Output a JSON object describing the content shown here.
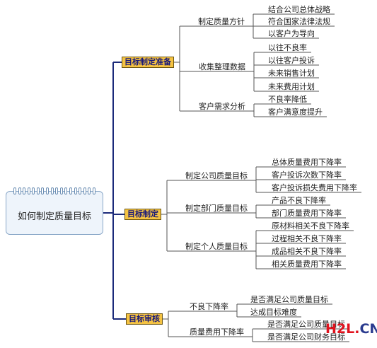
{
  "root": {
    "label": "如何制定质量目标"
  },
  "branches": [
    {
      "label": "目标制定准备",
      "children": [
        {
          "label": "制定质量方针",
          "leaves": [
            "结合公司总体战略",
            "符合国家法律法规",
            "以客户为导向"
          ]
        },
        {
          "label": "收集整理数据",
          "leaves": [
            "以往不良率",
            "以往客户投诉",
            "未来销售计划",
            "未来费用计划"
          ]
        },
        {
          "label": "客户需求分析",
          "leaves": [
            "不良率降低",
            "客户满意度提升"
          ]
        }
      ]
    },
    {
      "label": "目标制定",
      "children": [
        {
          "label": "制定公司质量目标",
          "leaves": [
            "总体质量费用下降率",
            "客户投诉次数下降率",
            "客户投诉损失费用下降率"
          ]
        },
        {
          "label": "制定部门质量目标",
          "leaves": [
            "产品不良下降率",
            "部门质量费用下降率"
          ]
        },
        {
          "label": "制定个人质量目标",
          "leaves": [
            "原材料相关不良下降率",
            "过程相关不良下降率",
            "成品相关不良下降率",
            "相关质量费用下降率"
          ]
        }
      ]
    },
    {
      "label": "目标审核",
      "children": [
        {
          "label": "不良下降率",
          "leaves": [
            "是否满足公司质量目标",
            "达成目标难度"
          ]
        },
        {
          "label": "质量费用下降率",
          "leaves": [
            "是否满足公司质量目标",
            "是否满足公司财务目标"
          ]
        }
      ]
    }
  ],
  "watermark": {
    "part1": "H2L",
    "part2": ".",
    "part3": "CN"
  },
  "colors": {
    "branch_line": "#1b2a7a",
    "branch_fill": "#f5c342",
    "branch_text": "#1a1a7a",
    "sub_line": "#555555"
  }
}
